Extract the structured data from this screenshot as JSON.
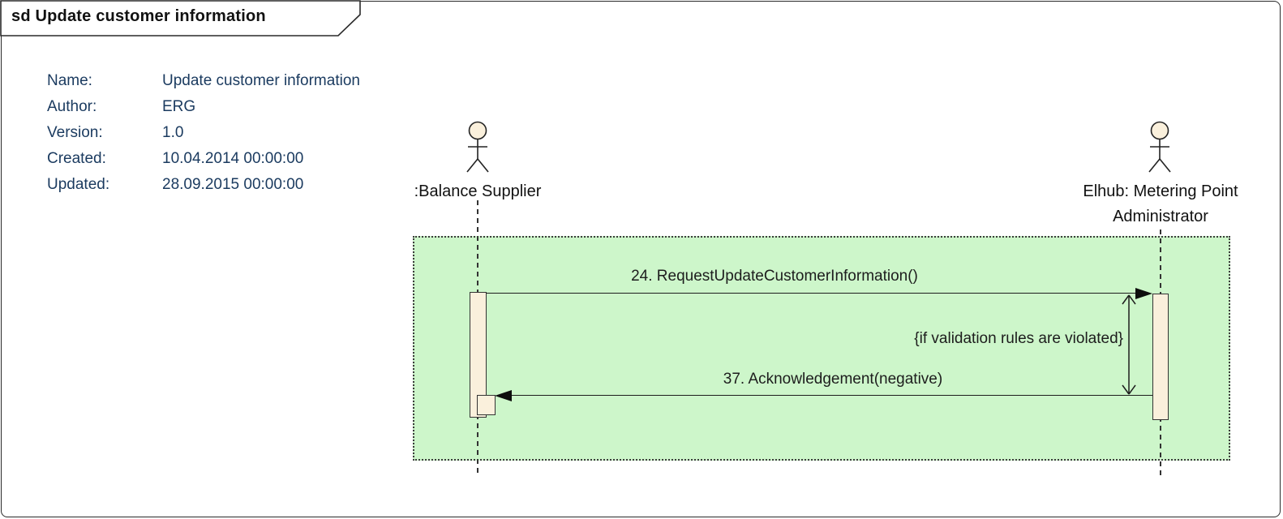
{
  "diagram": {
    "kind": "uml-sequence-diagram",
    "frame_title": "sd Update customer information"
  },
  "metadata": {
    "rows": [
      {
        "label": "Name:",
        "value": "Update customer information"
      },
      {
        "label": "Author:",
        "value": "ERG"
      },
      {
        "label": "Version:",
        "value": "1.0"
      },
      {
        "label": "Created:",
        "value": "10.04.2014 00:00:00"
      },
      {
        "label": "Updated:",
        "value": "28.09.2015 00:00:00"
      }
    ]
  },
  "actors": {
    "balance_supplier": {
      "label": ":Balance Supplier"
    },
    "elhub": {
      "label_line1": "Elhub: Metering Point",
      "label_line2": "Administrator"
    }
  },
  "messages": {
    "request": {
      "label": "24. RequestUpdateCustomerInformation()",
      "direction": "left-to-right"
    },
    "acknowledgement": {
      "label": "37. Acknowledgement(negative)",
      "direction": "right-to-left"
    }
  },
  "constraint": {
    "label": "{if validation rules are violated}"
  },
  "colors": {
    "region_fill": "#cdf6ca",
    "activation_fill": "#faf0dc",
    "metadata_text": "#1a3a5f",
    "line": "#1d1d1d"
  }
}
